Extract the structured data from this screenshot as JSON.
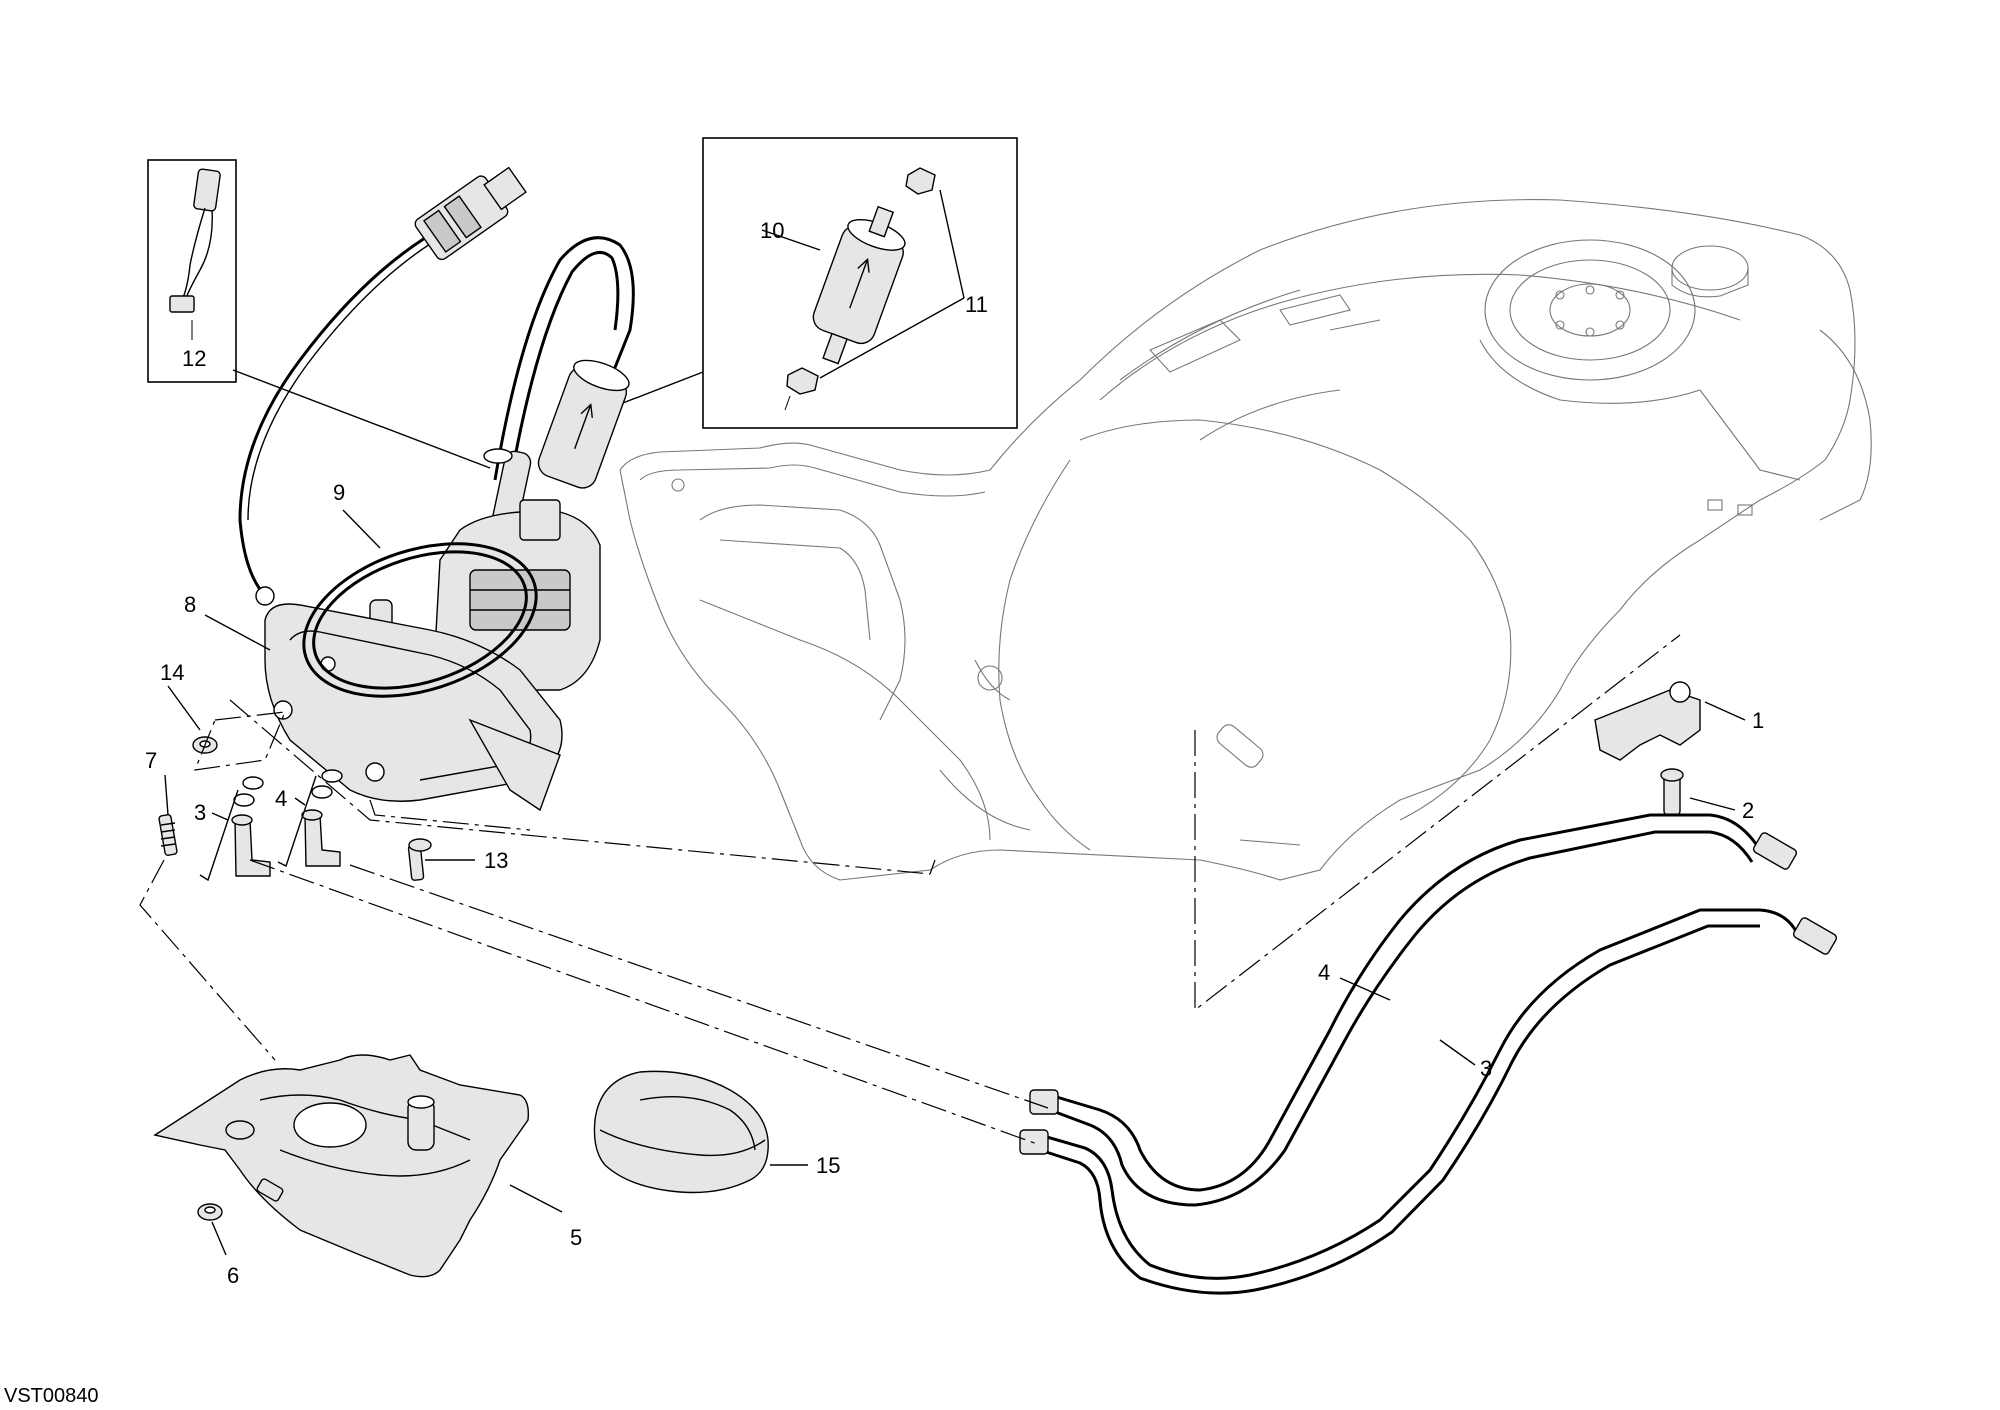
{
  "drawing_code": "VST00840",
  "callouts": {
    "c1": "1",
    "c2": "2",
    "c3_right": "3",
    "c3_left": "3",
    "c4_right": "4",
    "c4_left": "4",
    "c5": "5",
    "c6": "6",
    "c7": "7",
    "c8": "8",
    "c9": "9",
    "c10": "10",
    "c11": "11",
    "c12": "12",
    "c13": "13",
    "c14": "14",
    "c15": "15"
  }
}
